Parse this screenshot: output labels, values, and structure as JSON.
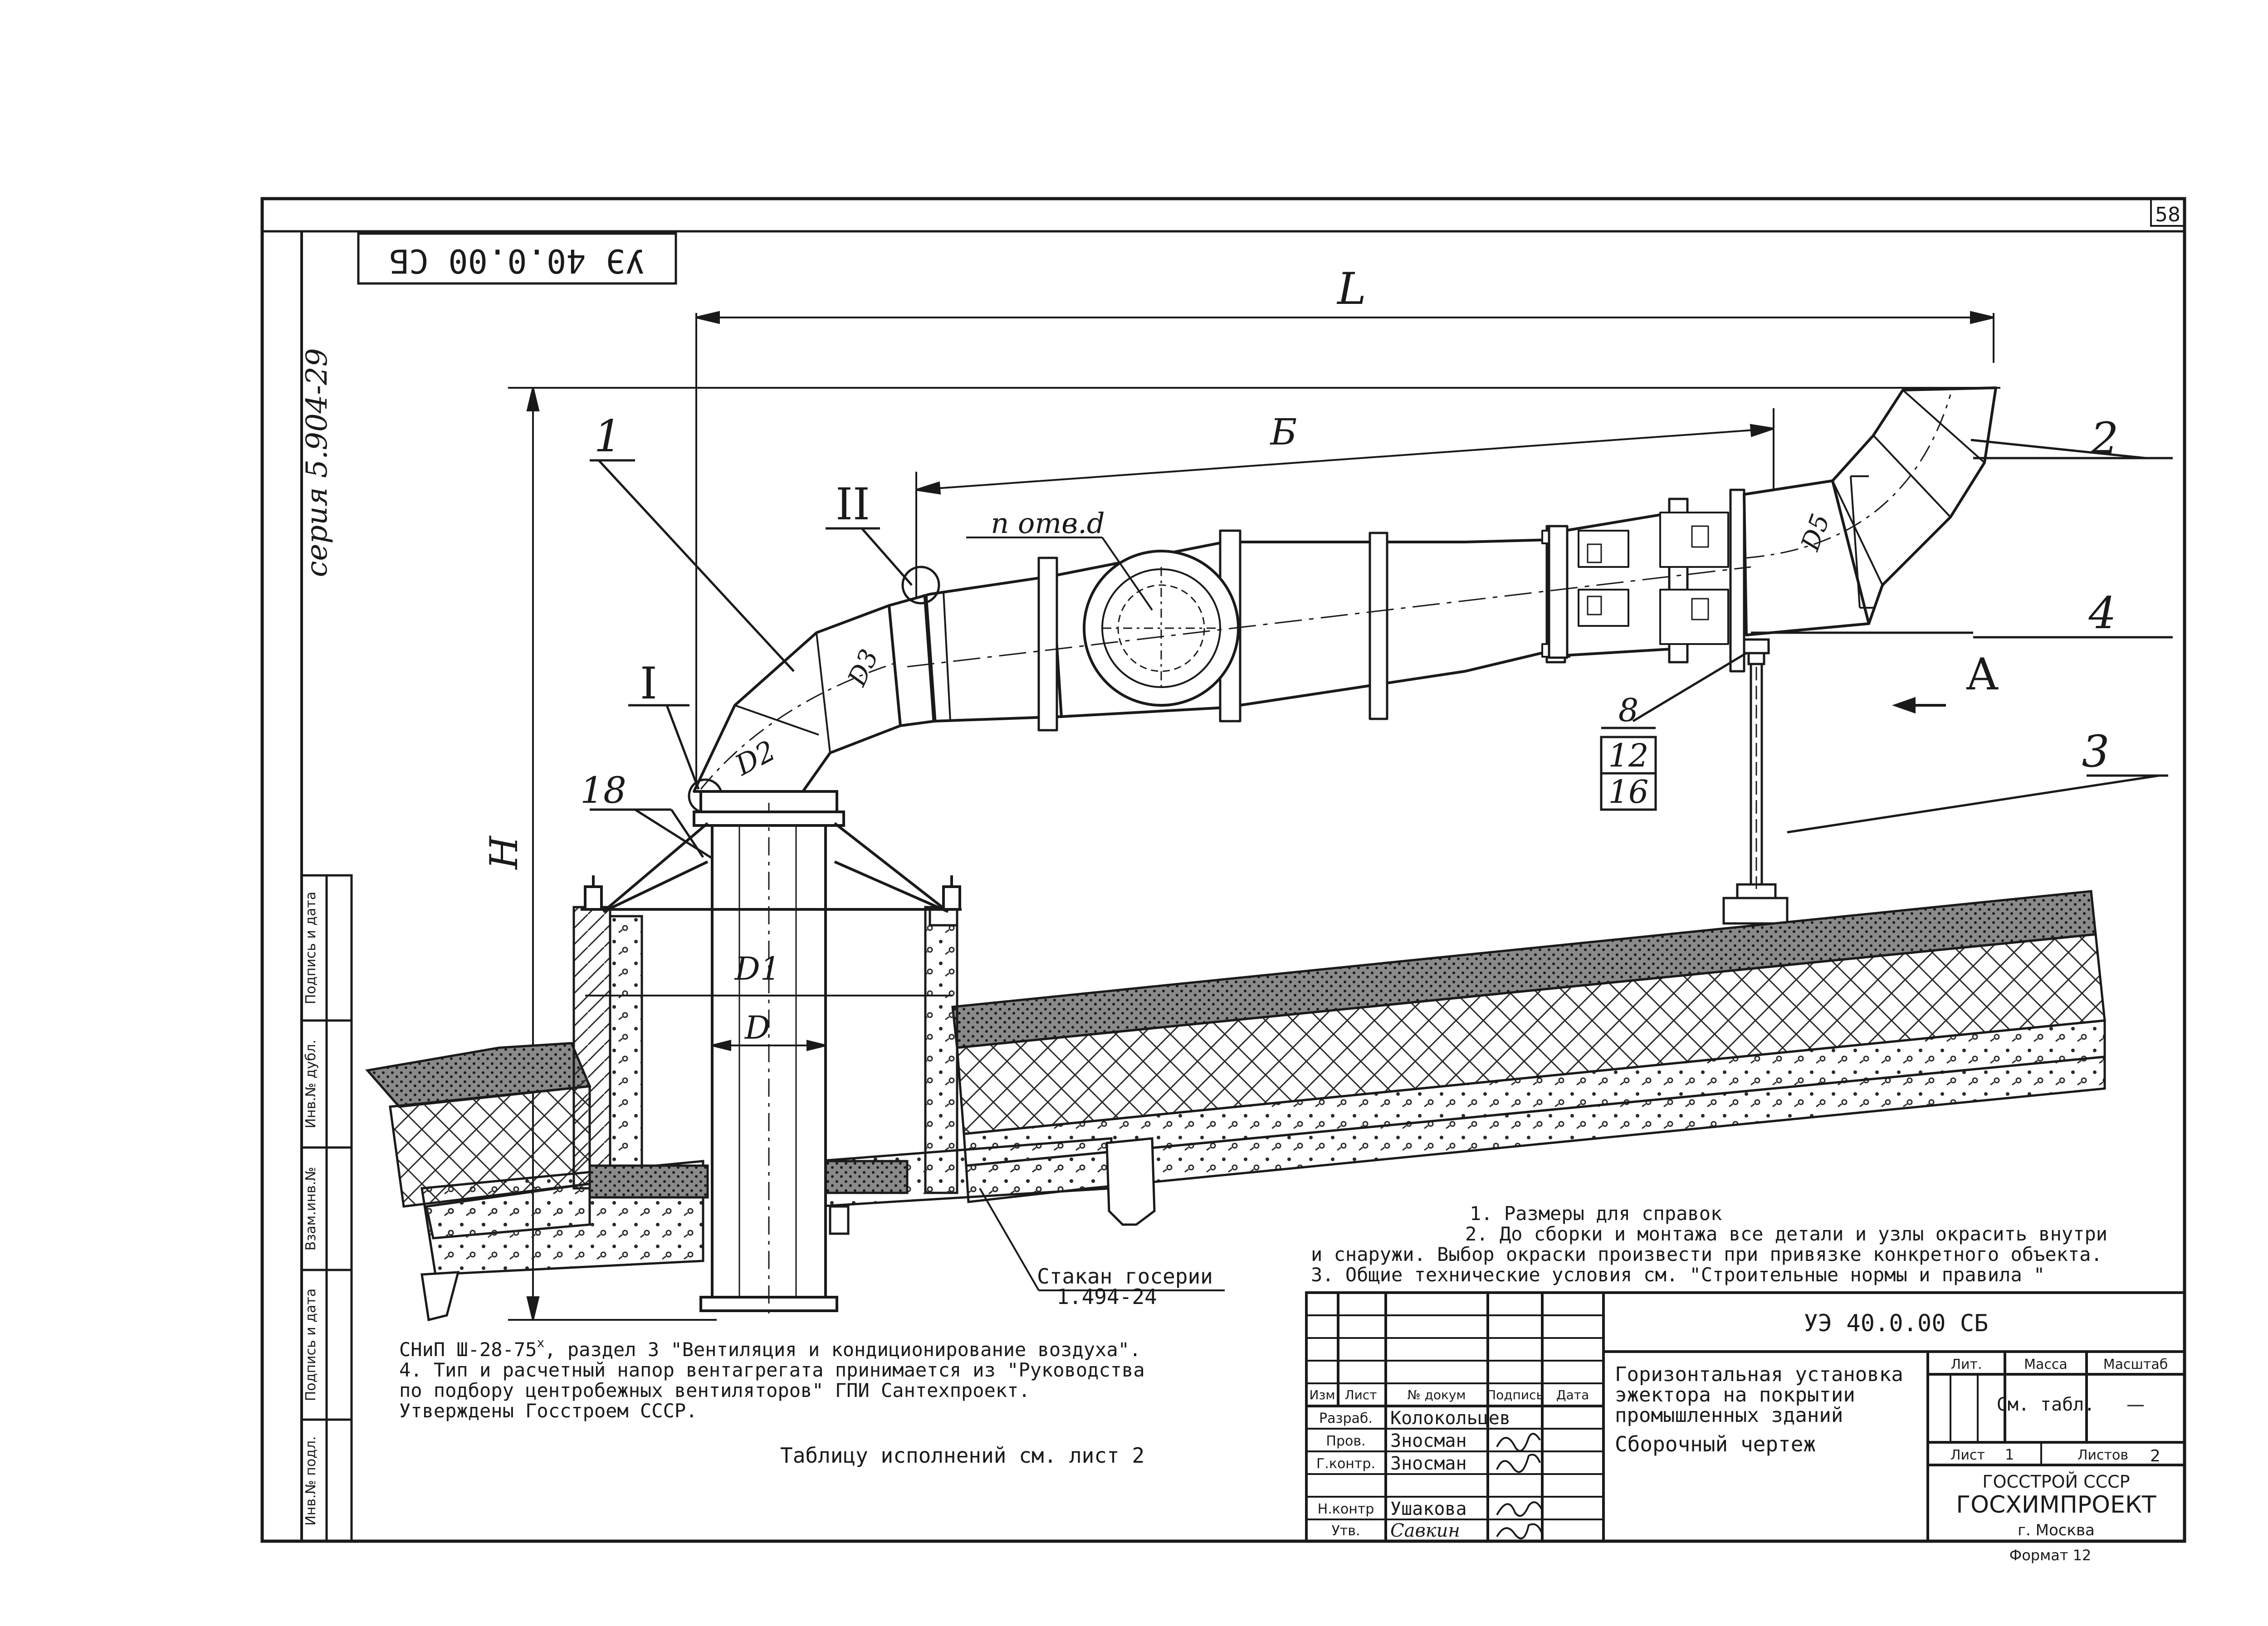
{
  "sheet": {
    "sheet_number": "58",
    "doc_code_rotated": "УЭ 40.0.00 СБ",
    "series_label": "серия 5.904-29",
    "format_label": "Формат 12"
  },
  "drawing": {
    "dim_L": "L",
    "dim_B": "Б",
    "dim_H": "H",
    "dim_D": "D",
    "dim_D1": "D1",
    "dim_D2": "D2",
    "dim_D3": "D3",
    "dim_D5": "D5",
    "holes_label": "n отв.d",
    "view_A": "А",
    "callouts": {
      "c1": "1",
      "c2": "2",
      "c3": "3",
      "c4": "4",
      "c18": "18",
      "stack_top": "8",
      "stack_mid": "12",
      "stack_bot": "16",
      "node_I": "I",
      "node_II": "II"
    },
    "glass_label_1": "Стакан госерии",
    "glass_label_2": "1.494-24"
  },
  "notes": {
    "n1": "1. Размеры для справок",
    "n2a": "2. До сборки и монтажа все детали и узлы окрасить внутри",
    "n2b": "и снаружи. Выбор окраски произвести при привязке конкретного объекта.",
    "n3a": "3. Общие технические условия см. \"Строительные нормы и правила \"",
    "n3b": "СНиП Ш-28-75",
    "n3b_sup": "х",
    "n3c": ", раздел 3 \"Вентиляция и кондиционирование воздуха\".",
    "n4a": "4. Тип и расчетный напор вентагрегата принимается из \"Руководства",
    "n4b": "по подбору центробежных вентиляторов\" ГПИ Сантехпроект.",
    "n4c": "Утверждены Госстроем СССР.",
    "table_ref": "Таблицу исполнений см. лист 2"
  },
  "side_stamp": {
    "s1": "Подпись и дата",
    "s2": "Инв.№ дубл.",
    "s3": "Взам.инв.№",
    "s4": "Подпись и дата",
    "s5": "Инв.№ подл."
  },
  "title_block": {
    "doc_code": "УЭ 40.0.00 СБ",
    "title_1": "Горизонтальная установка",
    "title_2": "эжектора на покрытии",
    "title_3": "промышленных зданий",
    "doc_type": "Сборочный чертеж",
    "col_izm": "Изм",
    "col_list": "Лист",
    "col_ndoc": "№ докум",
    "col_podp": "Подпись",
    "col_data": "Дата",
    "role_razrab": "Разраб.",
    "role_prov": "Пров.",
    "role_gkontr": "Г.контр.",
    "role_nkontr": "Н.контр",
    "role_utv": "Утв.",
    "name_razrab": "Колокольцев",
    "name_prov": "Зносман",
    "name_gkontr": "Зносман",
    "name_nkontr": "Ушакова",
    "name_utv": "Савкин",
    "lit_label": "Лит.",
    "mass_label": "Масса",
    "scale_label": "Масштаб",
    "mass_value": "См. табл.",
    "scale_value": "—",
    "sheet_label": "Лист",
    "sheet_value": "1",
    "sheets_label": "Листов",
    "sheets_value": "2",
    "org_1": "ГОССТРОЙ СССР",
    "org_2": "ГОСХИМПРОЕКТ",
    "org_3": "г. Москва"
  }
}
